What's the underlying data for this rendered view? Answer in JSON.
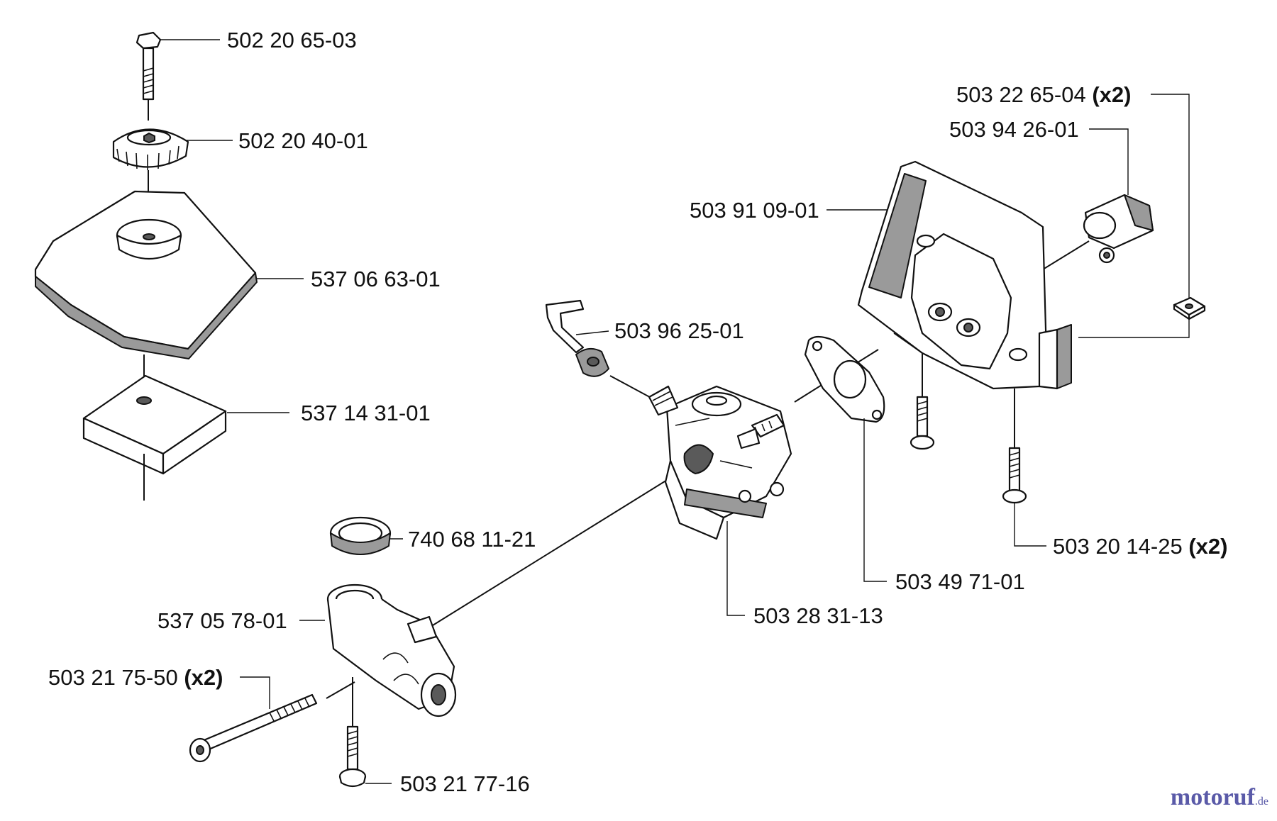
{
  "diagram": {
    "parts": [
      {
        "id": "p1",
        "number": "502 20 65-03",
        "qty": ""
      },
      {
        "id": "p2",
        "number": "502 20 40-01",
        "qty": ""
      },
      {
        "id": "p3",
        "number": "537 06 63-01",
        "qty": ""
      },
      {
        "id": "p4",
        "number": "537 14 31-01",
        "qty": ""
      },
      {
        "id": "p5",
        "number": "503 96 25-01",
        "qty": ""
      },
      {
        "id": "p6",
        "number": "740 68 11-21",
        "qty": ""
      },
      {
        "id": "p7",
        "number": "537 05 78-01",
        "qty": ""
      },
      {
        "id": "p8",
        "number": "503 21 75-50",
        "qty": "(x2)"
      },
      {
        "id": "p9",
        "number": "503 21 77-16",
        "qty": ""
      },
      {
        "id": "p10",
        "number": "503 28 31-13",
        "qty": ""
      },
      {
        "id": "p11",
        "number": "503 49 71-01",
        "qty": ""
      },
      {
        "id": "p12",
        "number": "503 91 09-01",
        "qty": ""
      },
      {
        "id": "p13",
        "number": "503 94 26-01",
        "qty": ""
      },
      {
        "id": "p14",
        "number": "503 22 65-04",
        "qty": "(x2)"
      },
      {
        "id": "p15",
        "number": "503 20 14-25",
        "qty": "(x2)"
      }
    ]
  },
  "watermark": {
    "brand_a": "motoruf",
    "brand_b": "",
    "suffix": ".de"
  }
}
